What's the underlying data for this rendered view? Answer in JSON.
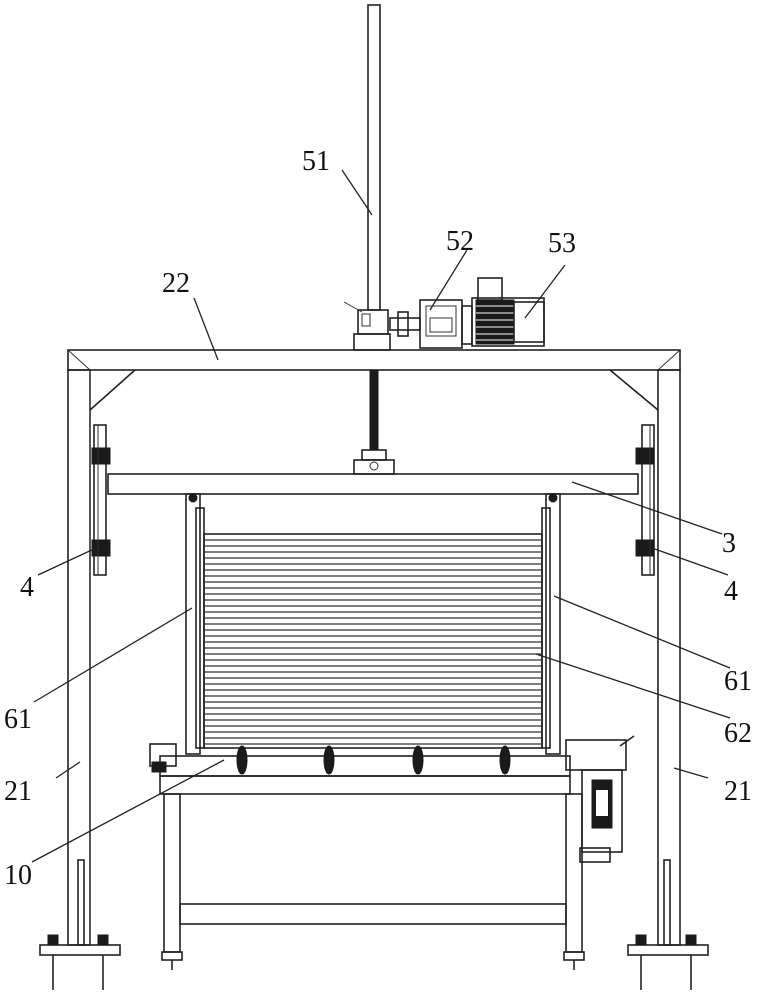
{
  "labels": {
    "rod": "51",
    "gearbox": "52",
    "motor": "53",
    "top_beam": "22",
    "lift_beam": "3",
    "guide_left": "4",
    "guide_right": "4",
    "side_rail_left": "61",
    "side_rail_right": "61",
    "slats": "62",
    "column_left": "21",
    "column_right": "21",
    "roller_bar": "10"
  }
}
